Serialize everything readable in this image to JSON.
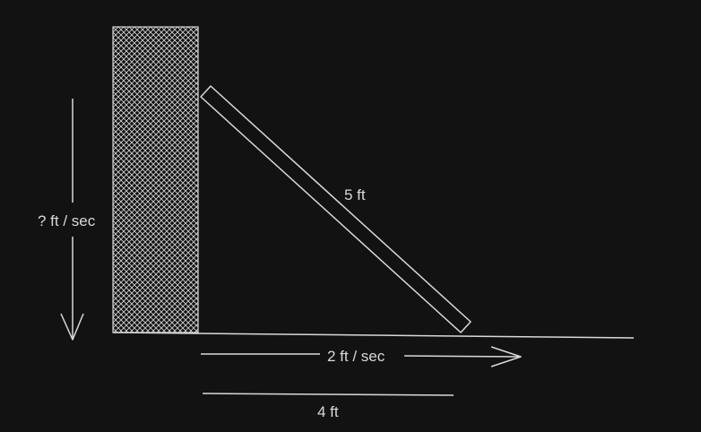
{
  "labels": {
    "ladder_length": "5 ft",
    "vertical_rate": "? ft / sec",
    "horizontal_rate": "2 ft / sec",
    "base_distance": "4 ft"
  },
  "colors": {
    "background": "#121212",
    "stroke": "#d9d9d9",
    "text": "#d9d9d9"
  }
}
